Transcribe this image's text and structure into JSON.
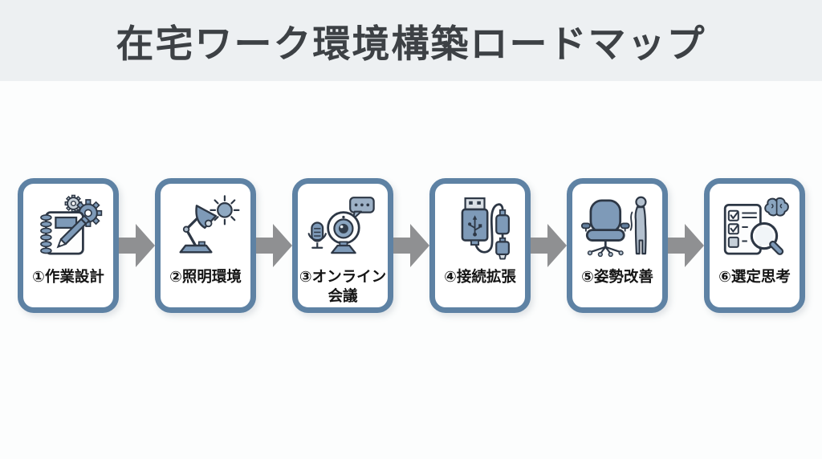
{
  "header": {
    "title": "在宅ワーク環境構築ロードマップ"
  },
  "colors": {
    "header_bg": "#edf0f2",
    "body_bg": "#fcfdfd",
    "card_border": "#5e82a4",
    "card_bg": "#ffffff",
    "arrow": "#8f9092",
    "title_text": "#3d4145",
    "label_text": "#141414",
    "icon_steel_blue": "#7e9ab8",
    "icon_light_blue": "#b3c0ce",
    "icon_outline": "#2d3745"
  },
  "steps": [
    {
      "label_lines": [
        "①作業設計"
      ],
      "icon": "notebook-pencil-gears-icon"
    },
    {
      "label_lines": [
        "②照明環境"
      ],
      "icon": "desk-lamp-sun-icon"
    },
    {
      "label_lines": [
        "③オンライン",
        "会議"
      ],
      "icon": "webcam-mic-speech-icon"
    },
    {
      "label_lines": [
        "④接続拡張"
      ],
      "icon": "usb-cable-icon"
    },
    {
      "label_lines": [
        "⑤姿勢改善"
      ],
      "icon": "office-chair-posture-icon"
    },
    {
      "label_lines": [
        "⑥選定思考"
      ],
      "icon": "checklist-magnifier-brain-icon"
    }
  ]
}
